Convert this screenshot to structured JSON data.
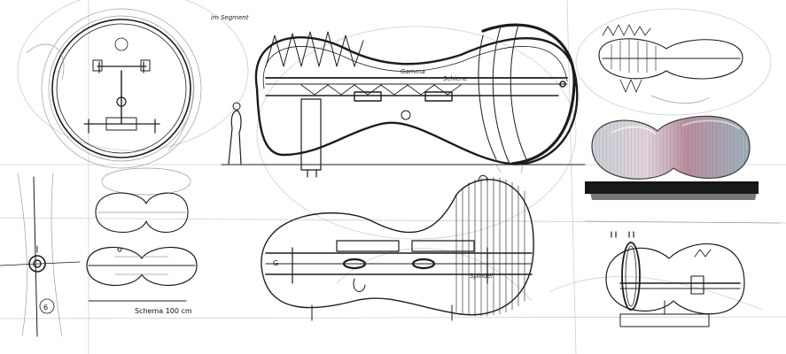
{
  "sheet": {
    "annotations": {
      "top_left_note": "im Segment",
      "rail_label_a": "Gamma",
      "rail_label_b": "Schiene",
      "side_label": "G",
      "bottom_label": "Spindel",
      "circle_number": "6",
      "scale_note": "Schema 100 cm"
    },
    "colors": {
      "ink": "#1c1c1c",
      "pencil": "#9c9c9c",
      "ghost": "#cfcfcf",
      "render_tint_a": "#b48c9c",
      "render_tint_b": "#7e9aa6",
      "ground": "#141414"
    }
  }
}
